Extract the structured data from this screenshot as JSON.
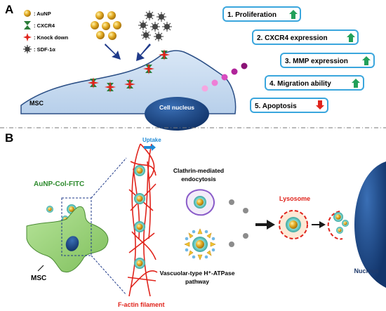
{
  "panel_a": {
    "label": "A",
    "legend": {
      "aunp": ": AuNP",
      "cxcr4": ": CXCR4",
      "knockdown": ": Knock down",
      "sdf": ": SDF-1α"
    },
    "cell_label": "MSC",
    "nucleus_label": "Cell nucleus",
    "outcomes": [
      {
        "text": "1. Proliferation",
        "direction": "up"
      },
      {
        "text": "2. CXCR4 expression",
        "direction": "up"
      },
      {
        "text": "3. MMP expression",
        "direction": "up"
      },
      {
        "text": "4. Migration ability",
        "direction": "up"
      },
      {
        "text": "5. Apoptosis",
        "direction": "down"
      }
    ]
  },
  "panel_b": {
    "label": "B",
    "particle_label": "AuNP-Col-FITC",
    "cell_label": "MSC",
    "uptake_label": "Uptake",
    "factin_label": "F-actin filament",
    "endocytosis_label_1": "Clathrin-mediated",
    "endocytosis_label_2": "endocytosis",
    "atpase_label_1": "Vascuolar-type H⁺-ATPase",
    "atpase_label_2": "pathway",
    "lysosome_label": "Lysosome",
    "nucleus_label": "Nucleus"
  },
  "colors": {
    "box_border": "#3aa6dd",
    "arrow_up": "#22a05a",
    "arrow_down": "#e0241c",
    "cell_blue": "#c9dcf2",
    "nucleus_navy": "#1f4a86",
    "gold": "#d9a520",
    "msc_green": "#9fd67d",
    "factin_red": "#e0241c",
    "label_green": "#2e8b2e"
  }
}
